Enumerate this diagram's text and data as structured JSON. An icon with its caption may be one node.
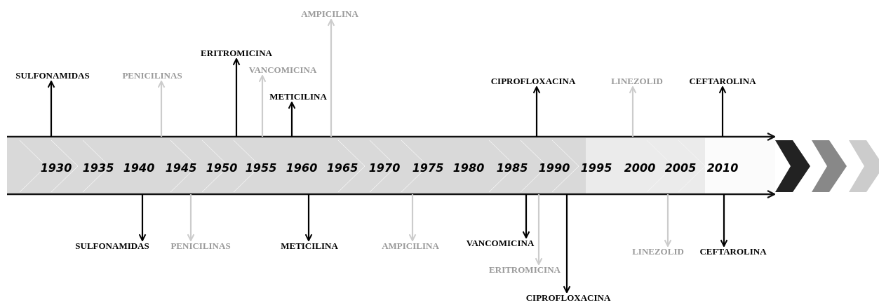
{
  "diagram": {
    "nodes": [
      {
        "text": [
          "SULFONAMIDAS"
        ]
      },
      {
        "text": [
          "PENICILINAS"
        ]
      },
      {
        "text": [
          "ERITROMICINA"
        ]
      },
      {
        "text": [
          "VANCOMICINA"
        ]
      },
      {
        "text": [
          "METICILINA"
        ]
      },
      {
        "text": [
          "AMPICILINA"
        ]
      },
      {
        "text": [
          "CIPROFLOXACINA"
        ]
      },
      {
        "text": [
          "LINEZOLID"
        ]
      },
      {
        "text": [
          "CEFTAROLINA"
        ]
      },
      {
        "text": [
          "SULFONAMIDAS"
        ]
      },
      {
        "text": [
          "PENICILINAS"
        ]
      },
      {
        "text": [
          "METICILINA"
        ]
      },
      {
        "text": [
          "AMPICILINA"
        ]
      },
      {
        "text": [
          "VANCOMICINA"
        ]
      },
      {
        "text": [
          "ERITROMICINA"
        ]
      },
      {
        "text": [
          "CIPROFLOXACINA"
        ]
      },
      {
        "text": [
          "LINEZOLID"
        ]
      },
      {
        "text": [
          "CEFTAROLINA"
        ]
      }
    ],
    "edges": [
      {
        "from": null,
        "to": 0,
        "arrow": "to"
      },
      {
        "from": null,
        "to": 1,
        "arrow": "to",
        "color": "#cccccc"
      },
      {
        "from": null,
        "to": 2,
        "arrow": "to"
      },
      {
        "from": null,
        "to": 3,
        "arrow": "to",
        "color": "#cccccc"
      },
      {
        "from": null,
        "to": 4,
        "arrow": "to"
      },
      {
        "from": null,
        "to": 5,
        "arrow": "to",
        "color": "#cccccc"
      },
      {
        "from": null,
        "to": 6,
        "arrow": "to"
      },
      {
        "from": null,
        "to": 7,
        "arrow": "to",
        "color": "#cccccc"
      },
      {
        "from": null,
        "to": 8,
        "arrow": "to"
      },
      {
        "from": null,
        "to": 9,
        "arrow": "to"
      },
      {
        "from": null,
        "to": 10,
        "arrow": "to",
        "color": "#cccccc"
      },
      {
        "from": null,
        "to": 11,
        "arrow": "to"
      },
      {
        "from": null,
        "to": 12,
        "arrow": "to",
        "color": "#cccccc"
      },
      {
        "from": null,
        "to": 13,
        "arrow": "to"
      },
      {
        "from": null,
        "to": 14,
        "arrow": "to",
        "color": "#cccccc"
      },
      {
        "from": null,
        "to": 15,
        "arrow": "to"
      },
      {
        "from": null,
        "to": 16,
        "arrow": "to",
        "color": "#cccccc"
      },
      {
        "from": null,
        "to": 17,
        "arrow": "to"
      }
    ],
    "labels": [
      "1930",
      "1935",
      "1940",
      "1945",
      "1950",
      "1955",
      "1960",
      "1965",
      "1970",
      "1975",
      "1980",
      "1985",
      "1990",
      "1995",
      "2000",
      "2005",
      "2010"
    ]
  }
}
